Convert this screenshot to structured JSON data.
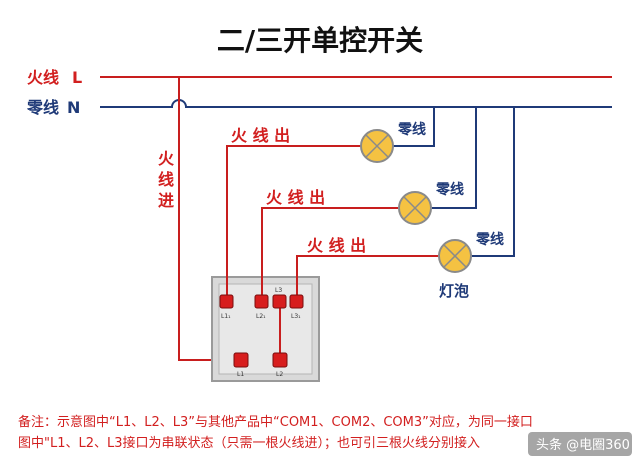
{
  "title": "二/三开单控开关",
  "live_line_label": "火线",
  "live_line_letter": "L",
  "neutral_line_label": "零线",
  "neutral_line_letter": "N",
  "live_in_label": [
    "火",
    "线",
    "进"
  ],
  "live_out_label": "火 线 出",
  "lamp_neutral_label": "零线",
  "lamp_label": "灯泡",
  "terminal_labels": {
    "top": [
      "L1₁",
      "L2₁",
      "L3",
      "L3₁"
    ],
    "bottom": [
      "L1",
      "L2"
    ]
  },
  "note": {
    "line1": "备注：示意图中“L1、L2、L3”与其他产品中“COM1、COM2、COM3”对应，为同一接口",
    "line2": "图中\"L1、L2、L3接口为串联状态（只需一根火线进）；也可引三根火线分别接入"
  },
  "watermark": "头条 @电圈360",
  "colors": {
    "live": "#c81e1e",
    "neutral": "#1f3a78",
    "title": "#111111",
    "lamp": "#f5c242"
  }
}
